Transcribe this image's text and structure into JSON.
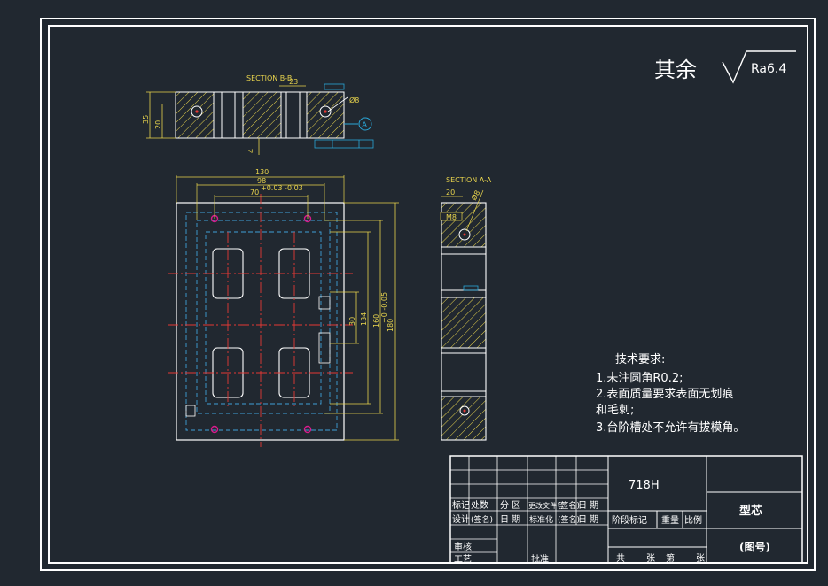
{
  "colors": {
    "background": "#212830",
    "frame": "#ffffff",
    "dimension": "#e8d44d",
    "hidden": "#3f9fd8",
    "center": "#e53935",
    "hole": "#d81b8c",
    "accent": "#2aa7d8"
  },
  "roughness": {
    "prefix": "其余",
    "value": "Ra6.4"
  },
  "section_labels": {
    "top": "SECTION B-B",
    "side": "SECTION A-A"
  },
  "top_view": {
    "dim_23": "23",
    "dim_35": "35",
    "dim_20": "20",
    "dim_4": "4",
    "hole": "Ø8",
    "datum": "A"
  },
  "front_view": {
    "dim_130": "130",
    "dim_98": "98",
    "dim_70": "70",
    "tol_70": "+0.03 -0.03",
    "dim_30": "30",
    "dim_134": "134",
    "dim_160": "160",
    "dim_180": "180",
    "tol_180": "+0 -0.05"
  },
  "side_view": {
    "dim_20": "20",
    "dim_8": "Ø8",
    "m8": "M8"
  },
  "tech_notes": {
    "title": "技术要求:",
    "lines": [
      "1.未注圆角R0.2;",
      "2.表面质量要求表面无划痕",
      "和毛刺;",
      "3.台阶槽处不允许有拔模角。"
    ]
  },
  "title_block": {
    "material": "718H",
    "part_name": "型芯",
    "drawing_no": "(图号)",
    "row1": [
      "标记",
      "处数",
      "分 区",
      "更改文件号",
      "(签名)",
      "日 期"
    ],
    "row2": [
      "设计",
      "(签名)",
      "日 期",
      "标准化",
      "(签名)",
      "日 期"
    ],
    "stage": "阶段标记",
    "weight": "重量",
    "scale": "比例",
    "review": "审核",
    "process": "工艺",
    "approve": "批准",
    "sheets": [
      "共",
      "张",
      "第",
      "张"
    ]
  }
}
